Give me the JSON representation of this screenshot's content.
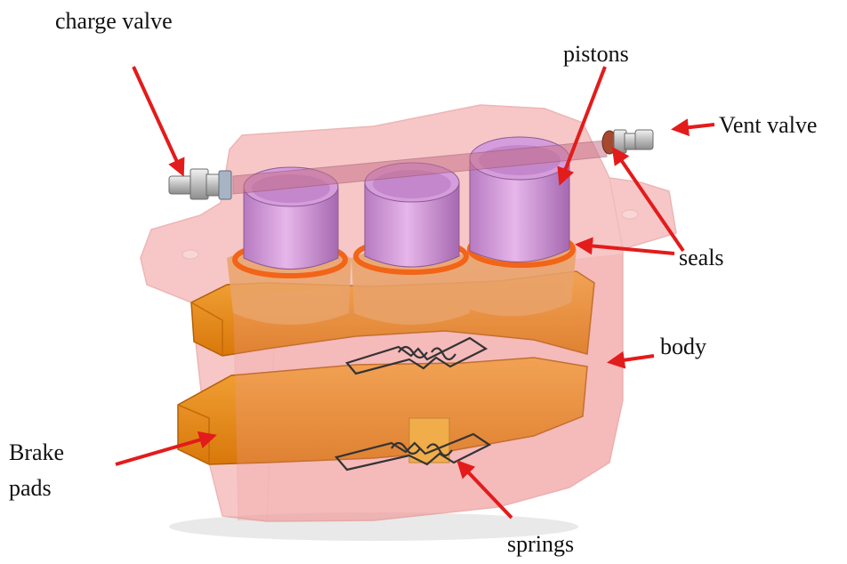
{
  "labels": {
    "charge_valve": "charge valve",
    "pistons": "pistons",
    "vent_valve": "Vent valve",
    "seals": "seals",
    "body": "body",
    "brake_pads_line1": "Brake",
    "brake_pads_line2": "pads",
    "springs": "springs"
  },
  "colors": {
    "arrow": "#e31b1b",
    "body": "#f08a8a",
    "piston": "#c98bd0",
    "seal": "#f0651c",
    "pad": "#e88a12",
    "spring": "#333333"
  }
}
